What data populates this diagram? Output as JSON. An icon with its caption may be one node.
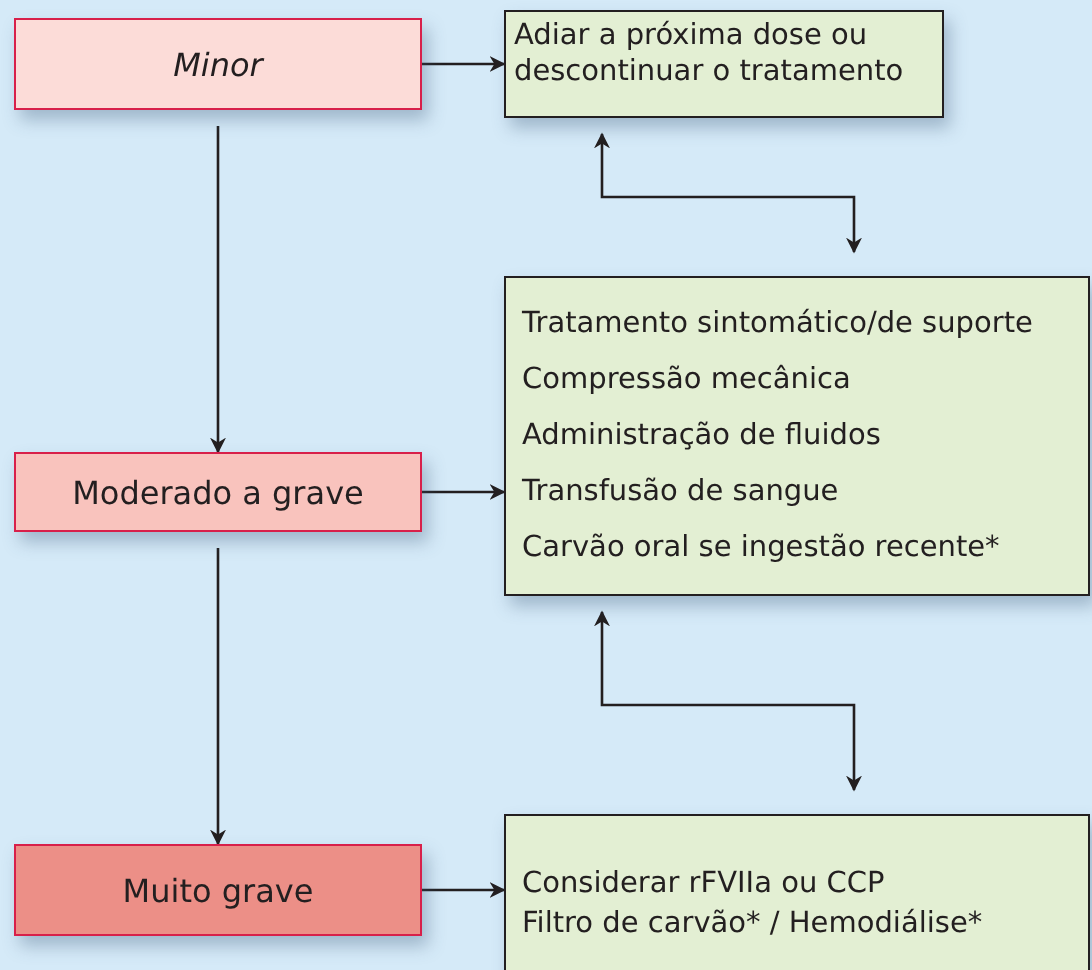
{
  "diagram": {
    "nodes": [
      {
        "text": [
          "Minor"
        ]
      },
      {
        "text": [
          "Adiar a próxima dose ou descontinuar o tratamento"
        ]
      },
      {
        "text": [
          "Moderado a grave"
        ]
      },
      {
        "text": [
          "Tratamento sintomático/de suporte",
          "Compressão mecânica",
          "Administração de fluidos",
          "Transfusão de sangue",
          "Carvão oral se ingestão recente*"
        ]
      },
      {
        "text": [
          "Muito grave"
        ]
      },
      {
        "text": [
          "Considerar rFVIIa ou CCP",
          "Filtro de carvão* / Hemodiálise*"
        ]
      }
    ],
    "edges": [
      {
        "from": 0,
        "to": 1,
        "arrow": "to"
      },
      {
        "from": 0,
        "to": 2,
        "arrow": "to"
      },
      {
        "from": 1,
        "to": 3,
        "arrow": "both"
      },
      {
        "from": 2,
        "to": 3,
        "arrow": "to"
      },
      {
        "from": 2,
        "to": 4,
        "arrow": "to"
      },
      {
        "from": 3,
        "to": 5,
        "arrow": "both"
      },
      {
        "from": 4,
        "to": 5,
        "arrow": "to"
      }
    ]
  }
}
